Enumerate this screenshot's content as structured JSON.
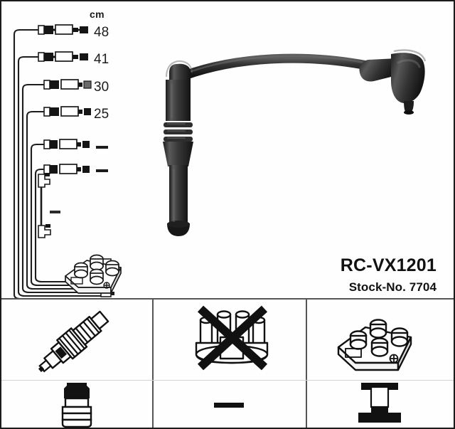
{
  "product": {
    "code": "RC-VX1201",
    "stock_label": "Stock-No. 7704"
  },
  "measurements": {
    "unit_header": "cm",
    "rows": [
      {
        "index": 1,
        "length": "48"
      },
      {
        "index": 2,
        "length": "41"
      },
      {
        "index": 3,
        "length": "30"
      },
      {
        "index": 4,
        "length": "25"
      },
      {
        "index": 5,
        "length": "–"
      },
      {
        "index": 6,
        "length": "–"
      }
    ],
    "aux_cable_length": "–"
  },
  "diagram": {
    "main_cable_icon": "ignition-lead-photo",
    "coil_pack_icon": "ignition-coil-pack",
    "aux_cable_icon": "short-jumper-lead"
  },
  "compatibility_panel": {
    "columns": [
      {
        "id": "spark-plug",
        "top_icon": "spark-plug-icon",
        "bottom_icon": "spark-plug-boot-icon",
        "bottom_value": ""
      },
      {
        "id": "distributor-cap",
        "top_icon": "distributor-cap-crossed-out-icon",
        "bottom_icon": "dash-icon",
        "bottom_value": "–"
      },
      {
        "id": "ignition-coil",
        "top_icon": "ignition-coil-pack-icon",
        "bottom_icon": "coil-terminal-icon",
        "bottom_value": ""
      }
    ]
  },
  "colors": {
    "ink": "#111111",
    "rule": "#555555",
    "cable": "#2b2b2b",
    "background": "#ffffff"
  }
}
